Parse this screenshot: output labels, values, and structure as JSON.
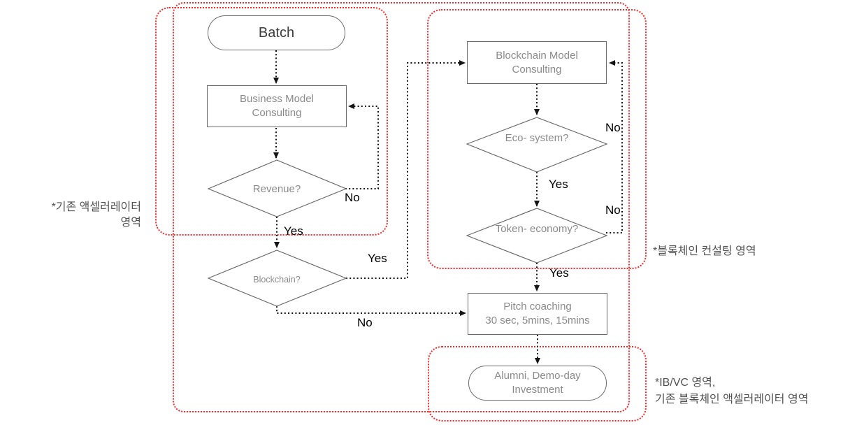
{
  "diagram": {
    "nodes": {
      "batch": {
        "label": "Batch"
      },
      "business_model_consulting": {
        "line1": "Business Model",
        "line2": "Consulting"
      },
      "revenue": {
        "label": "Revenue?"
      },
      "blockchain": {
        "label": "Blockchain?"
      },
      "blockchain_model_consulting": {
        "line1": "Blockchain Model",
        "line2": "Consulting"
      },
      "ecosystem": {
        "line1": "Eco-",
        "line2": "system?"
      },
      "token_economy": {
        "line1": "Token-",
        "line2": "economy?"
      },
      "pitch_coaching": {
        "line1": "Pitch coaching",
        "line2": "30 sec, 5mins, 15mins"
      },
      "alumni": {
        "line1": "Alumni, Demo-day",
        "line2": "Investment"
      }
    },
    "edge_labels": {
      "revenue_yes": "Yes",
      "revenue_no": "No",
      "blockchain_yes": "Yes",
      "blockchain_no": "No",
      "ecosystem_yes": "Yes",
      "ecosystem_no": "No",
      "token_yes": "Yes",
      "token_no": "No"
    },
    "region_labels": {
      "accelerator": {
        "line1": "*기존 액셀러레이터",
        "line2": "영역"
      },
      "blockchain_consulting": {
        "label": "*블록체인 컨설팅 영역"
      },
      "ib_vc": {
        "line1": "*IB/VC 영역,",
        "line2": "기존 블록체인 액셀러레이터 영역"
      }
    },
    "colors": {
      "region_border": "#ff2626",
      "node_border": "#6a6a6a",
      "node_text": "#8a8a8a",
      "connector": "#141414"
    }
  }
}
